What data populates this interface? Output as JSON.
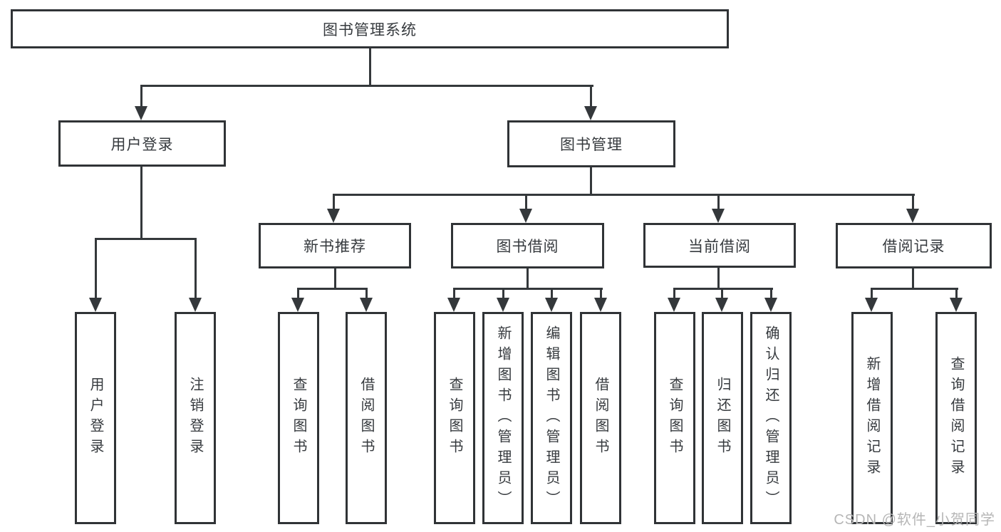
{
  "tree": {
    "root": {
      "label": "图书管理系统"
    },
    "branches": [
      {
        "label": "用户登录",
        "children": [
          {
            "label": "用户登录"
          },
          {
            "label": "注销登录"
          }
        ]
      },
      {
        "label": "图书管理",
        "children": [
          {
            "label": "新书推荐",
            "children": [
              {
                "label": "查询图书"
              },
              {
                "label": "借阅图书"
              }
            ]
          },
          {
            "label": "图书借阅",
            "children": [
              {
                "label": "查询图书"
              },
              {
                "label": "新增图书（管理员）"
              },
              {
                "label": "编辑图书（管理员）"
              },
              {
                "label": "借阅图书"
              }
            ]
          },
          {
            "label": "当前借阅",
            "children": [
              {
                "label": "查询图书"
              },
              {
                "label": "归还图书"
              },
              {
                "label": "确认归还（管理员）"
              }
            ]
          },
          {
            "label": "借阅记录",
            "children": [
              {
                "label": "新增借阅记录"
              },
              {
                "label": "查询借阅记录"
              }
            ]
          }
        ]
      }
    ]
  },
  "watermark": "CSDN @软件_小贺同学",
  "colors": {
    "line": "#34383b",
    "border": "#303336",
    "text": "#363a3e",
    "watermark": "#b6b6b6",
    "background": "#ffffff"
  }
}
